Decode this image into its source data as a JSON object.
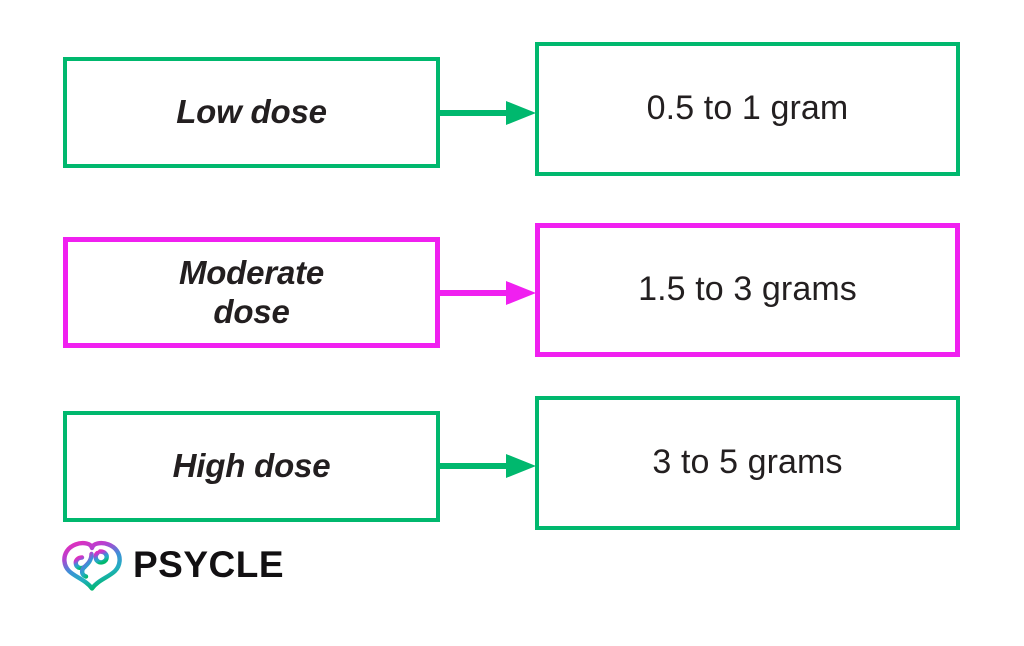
{
  "page": {
    "title": "Psilocybin dose range chart",
    "background_color": "#ffffff"
  },
  "colors": {
    "green": "#00b86e",
    "magenta": "#f020f0",
    "text_dark": "#231f20",
    "logo_text": "#121012",
    "logo_gradient_start": "#e02fbd",
    "logo_gradient_mid": "#2b9ede",
    "logo_gradient_end": "#00b86e"
  },
  "rows": [
    {
      "id": "low",
      "accent": "#00b86e",
      "label": "Low dose",
      "value": "0.5 to 1 gram",
      "arrow_icon": "arrow-right-icon"
    },
    {
      "id": "moderate",
      "accent": "#f020f0",
      "label": "Moderate\ndose",
      "value": "1.5 to 3 grams",
      "arrow_icon": "arrow-right-icon"
    },
    {
      "id": "high",
      "accent": "#00b86e",
      "label": "High dose",
      "value": "3 to 5 grams",
      "arrow_icon": "arrow-right-icon"
    }
  ],
  "logo": {
    "wordmark": "PSYCLE",
    "mark_icon": "brain-heart-icon"
  }
}
